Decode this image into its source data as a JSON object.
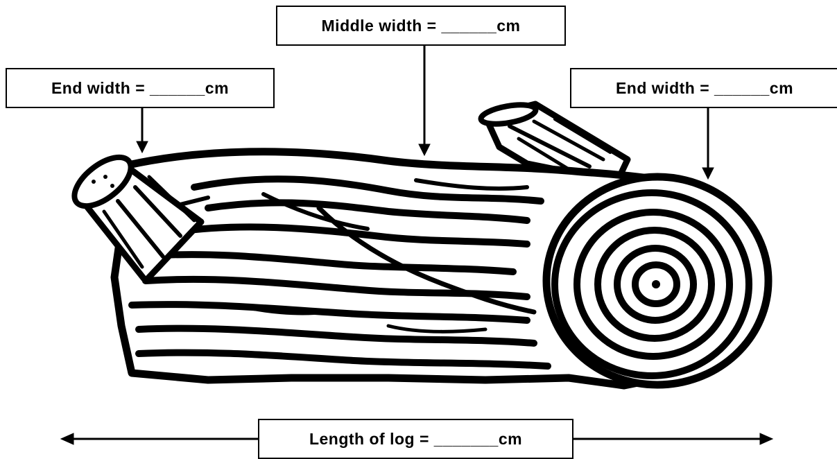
{
  "labels": {
    "middle_width": "Middle width = ______cm",
    "end_width_left": "End width = ______cm",
    "end_width_right": "End width = ______cm",
    "length": "Length of log = _______cm"
  },
  "colors": {
    "ink": "#000000",
    "paper": "#ffffff"
  },
  "illustration": {
    "subject": "log-illustration"
  }
}
